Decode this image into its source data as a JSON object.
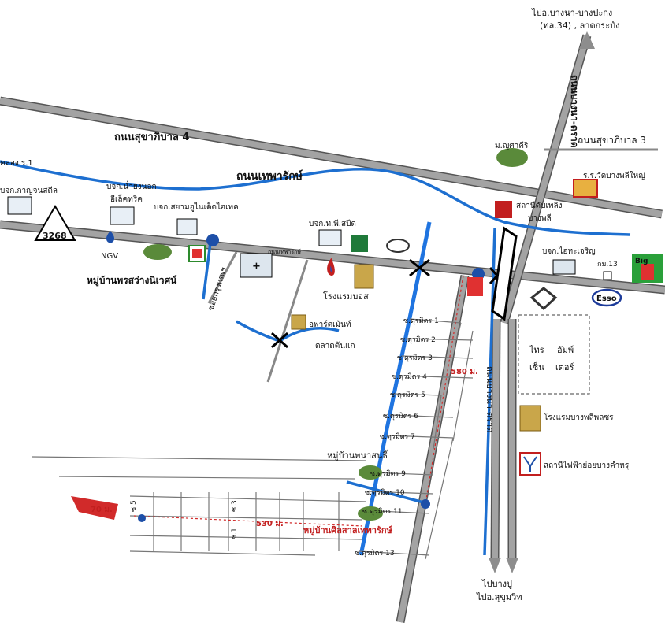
{
  "roads": {
    "sukhaphiban4": "ถนนสุขาภิบาล 4",
    "sukhaphiban3": "ถนนสุขาภิบาล 3",
    "thepharak": "ถนนเทพารักษ์",
    "bangna_trad_top": "ถนนบางนา-ตราด",
    "bangna_trad_bottom": "ถนนบางนา-ตราด",
    "to_bangna": "ไปอ.บางนา-บางปะกง",
    "to_bangna_sub": "(ทล.34) , ลาดกระบัง",
    "to_bangpoo": "ไปบางปู",
    "to_sukhumvit": "ไปอ.สุขุมวิท",
    "soi_khlong": "ซอยกรุงเทพฯ",
    "khlong_left": "คลอง ร.1",
    "thepharak_sign": "ถนนเทพารักษ์",
    "route_3268": "3268"
  },
  "places": {
    "kanjanasil": "บจก.กาญจนสตีล",
    "ngv": "NGV",
    "electric": "บจก.น่ำยงนอก",
    "electric2": "อีเล็คทริค",
    "siam_fiber": "บจก.สยามฮูไนเต็ดไฮเทค",
    "tpc": "บจก.ท.พี.สปีด",
    "village_prasawang": "หมู่บ้านพรสว่างนิเวศน์",
    "hotel_boss": "โรงแรมบอส",
    "apartment": "อพาร์ตเม้นท์",
    "market": "ตลาดต้นแก",
    "mahidol": "ม.ญุศาคีริ",
    "temple": "ร.ร.วัดบางพลีใหญ่",
    "golf": "สถานีดับเพลิง",
    "golf2": "บางพลี",
    "bank": "บจก.ไอทะเจริญ",
    "km13": "กม.13",
    "big_c": "Big",
    "esso": "Esso",
    "center": "ไทร",
    "center2": "อัมพ์",
    "center3": "เซ็น",
    "center4": "เตอร์",
    "hotel_bangphli": "โรงแรมบางพลีพลซร",
    "station": "สถานีไฟฟ้าย่อยบางคำหรุ",
    "village_manasin": "หมู่บ้านพนาสนธิ์",
    "village_thepharak": "หมู่บ้านศิลสาลเทพารักษ์",
    "hosp": "+"
  },
  "sois": [
    "ซ.ดุรมิตร 1",
    "ซ.ดุรมิตร 2",
    "ซ.ดุรมิตร 3",
    "ซ.ดุรมิตร 4",
    "ซ.ดุรมิตร 5",
    "ซ.ดุรมิตร 6",
    "ซ.ดุรมิตร 7",
    "ซ.ดุรมิตร 9",
    "ซ.ดุรมิตร 10",
    "ซ.ดุรมิตร 11",
    "ซ.ดุรมิตร 13"
  ],
  "distances": {
    "d580": "580 ม.",
    "d530": "530 ม.",
    "d70": "70 ม.",
    "d5": "ซ.5",
    "d3": "ซ.3",
    "d1": "ซ.1"
  },
  "colors": {
    "road": "#8d8d8d",
    "canal": "#1d6fd0",
    "marker": "#1d4fa8",
    "red": "#d12a2a"
  }
}
